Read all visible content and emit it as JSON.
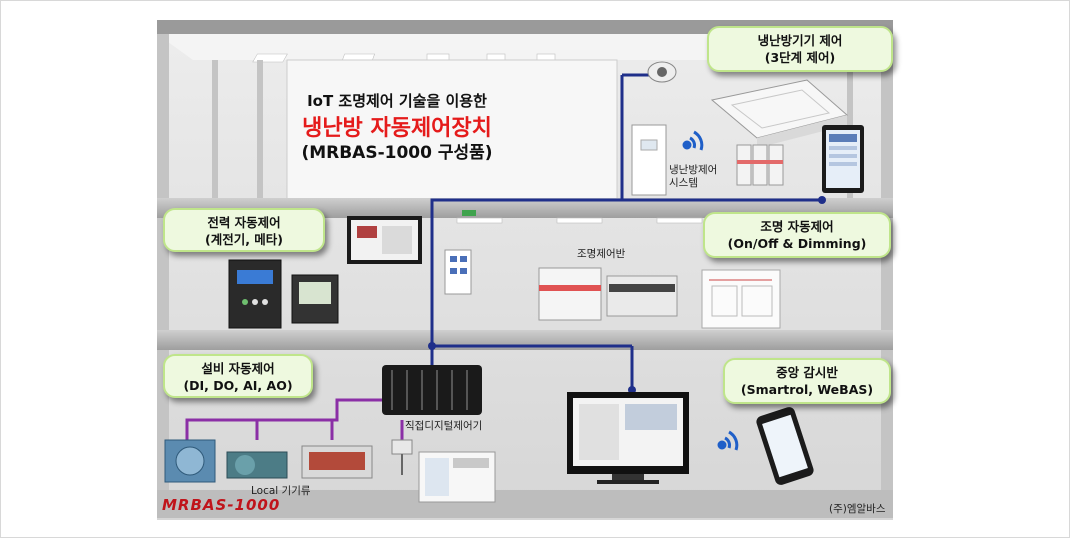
{
  "title": {
    "line1": "IoT 조명제어 기술을 이용한",
    "line2": "냉난방 자동제어장치",
    "line3": "(MRBAS-1000 구성품)"
  },
  "callouts": {
    "hvac": {
      "line1": "냉난방기기 제어",
      "line2": "(3단계 제어)"
    },
    "power": {
      "line1": "전력 자동제어",
      "line2": "(계전기, 메타)"
    },
    "lighting": {
      "line1": "조명 자동제어",
      "line2": "(On/Off & Dimming)"
    },
    "equipment": {
      "line1": "설비 자동제어",
      "line2": "(DI, DO, AI, AO)"
    },
    "central": {
      "line1": "중앙 감시반",
      "line2": "(Smartrol, WeBAS)"
    }
  },
  "labels": {
    "hvac_system_line1": "냉난방제어",
    "hvac_system_line2": "시스템",
    "lighting_panel": "조명제어반",
    "ddc": "직접디지털제어기",
    "local": "Local 기기류"
  },
  "logo": "MRBAS-1000",
  "company": "(주)엠알바스",
  "colors": {
    "network": "#1f2f8a",
    "local_bus": "#8b2fa6",
    "callout_bg": "#eef9df",
    "callout_border": "#bfe58a",
    "title_red": "#e51b1b",
    "logo_red": "#c0141b"
  }
}
